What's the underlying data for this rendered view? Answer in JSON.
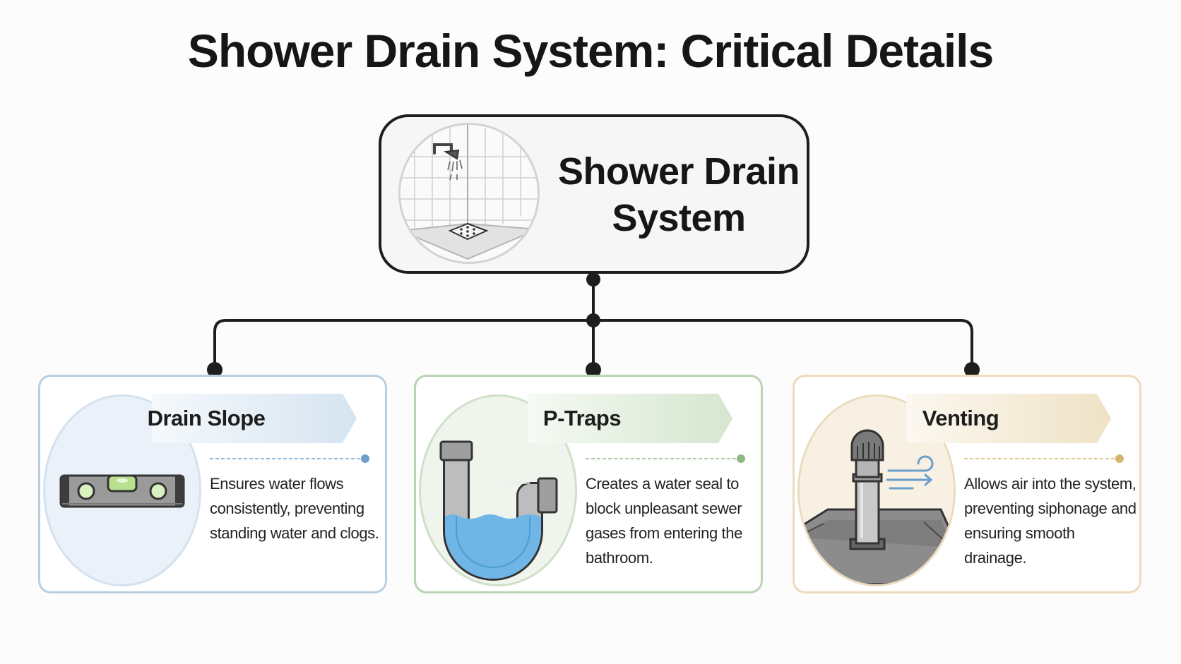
{
  "title": "Shower Drain System: Critical Details",
  "center": {
    "title_line1": "Shower Drain",
    "title_line2": "System",
    "icon": "shower-stall-icon"
  },
  "colors": {
    "line": "#1e1e1e",
    "blue_accent": "#6f9fc9",
    "green_accent": "#8db883",
    "gold_accent": "#d6b56f"
  },
  "cards": [
    {
      "title": "Drain Slope",
      "icon": "spirit-level-icon",
      "description": "Ensures water flows consistently, preventing standing water and clogs."
    },
    {
      "title": "P-Traps",
      "icon": "p-trap-pipe-icon",
      "description": "Creates a water seal to block unpleasant sewer gases from entering the bathroom."
    },
    {
      "title": "Venting",
      "icon": "vent-pipe-icon",
      "description": "Allows air into the system, preventing siphonage and ensuring smooth drainage."
    }
  ]
}
